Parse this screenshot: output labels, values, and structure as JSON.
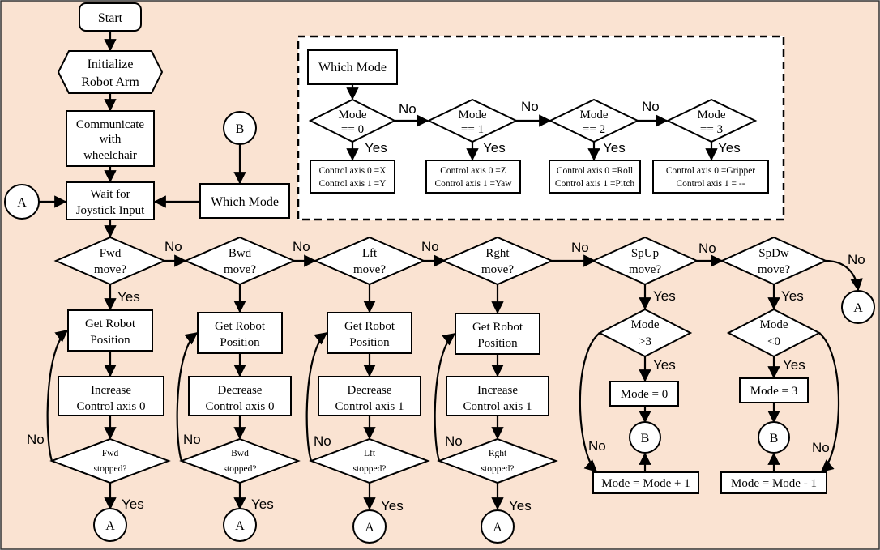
{
  "start": "Start",
  "init": [
    "Initialize",
    "Robot Arm"
  ],
  "comm": [
    "Communicate",
    "with",
    "wheelchair"
  ],
  "wait": [
    "Wait for",
    "Joystick Input"
  ],
  "which_mode": "Which Mode",
  "conn_a": "A",
  "conn_b": "B",
  "yes": "Yes",
  "no": "No",
  "inset": {
    "title": "Which Mode",
    "modes": [
      {
        "q": [
          "Mode",
          "== 0"
        ],
        "ctrl": [
          "Control axis 0 =X",
          "Control axis 1 =Y"
        ]
      },
      {
        "q": [
          "Mode",
          "== 1"
        ],
        "ctrl": [
          "Control axis 0 =Z",
          "Control axis 1 =Yaw"
        ]
      },
      {
        "q": [
          "Mode",
          "== 2"
        ],
        "ctrl": [
          "Control axis 0 =Roll",
          "Control axis 1 =Pitch"
        ]
      },
      {
        "q": [
          "Mode",
          "== 3"
        ],
        "ctrl": [
          "Control axis 0 =Gripper",
          "Control axis 1 = --"
        ]
      }
    ]
  },
  "moves": [
    {
      "q": [
        "Fwd",
        "move?"
      ],
      "get": [
        "Get Robot",
        "Position"
      ],
      "act": [
        "Increase",
        "Control axis 0"
      ],
      "stop": [
        "Fwd",
        "stopped?"
      ]
    },
    {
      "q": [
        "Bwd",
        "move?"
      ],
      "get": [
        "Get Robot",
        "Position"
      ],
      "act": [
        "Decrease",
        "Control axis 0"
      ],
      "stop": [
        "Bwd",
        "stopped?"
      ]
    },
    {
      "q": [
        "Lft",
        "move?"
      ],
      "get": [
        "Get Robot",
        "Position"
      ],
      "act": [
        "Decrease",
        "Control axis 1"
      ],
      "stop": [
        "Lft",
        "stopped?"
      ]
    },
    {
      "q": [
        "Rght",
        "move?"
      ],
      "get": [
        "Get Robot",
        "Position"
      ],
      "act": [
        "Increase",
        "Control axis 1"
      ],
      "stop": [
        "Rght",
        "stopped?"
      ]
    }
  ],
  "speed": [
    {
      "q": [
        "SpUp",
        "move?"
      ],
      "cond": [
        "Mode",
        ">3"
      ],
      "set": "Mode = 0",
      "upd": "Mode = Mode + 1"
    },
    {
      "q": [
        "SpDw",
        "move?"
      ],
      "cond": [
        "Mode",
        "<0"
      ],
      "set": "Mode = 3",
      "upd": "Mode = Mode - 1"
    }
  ]
}
